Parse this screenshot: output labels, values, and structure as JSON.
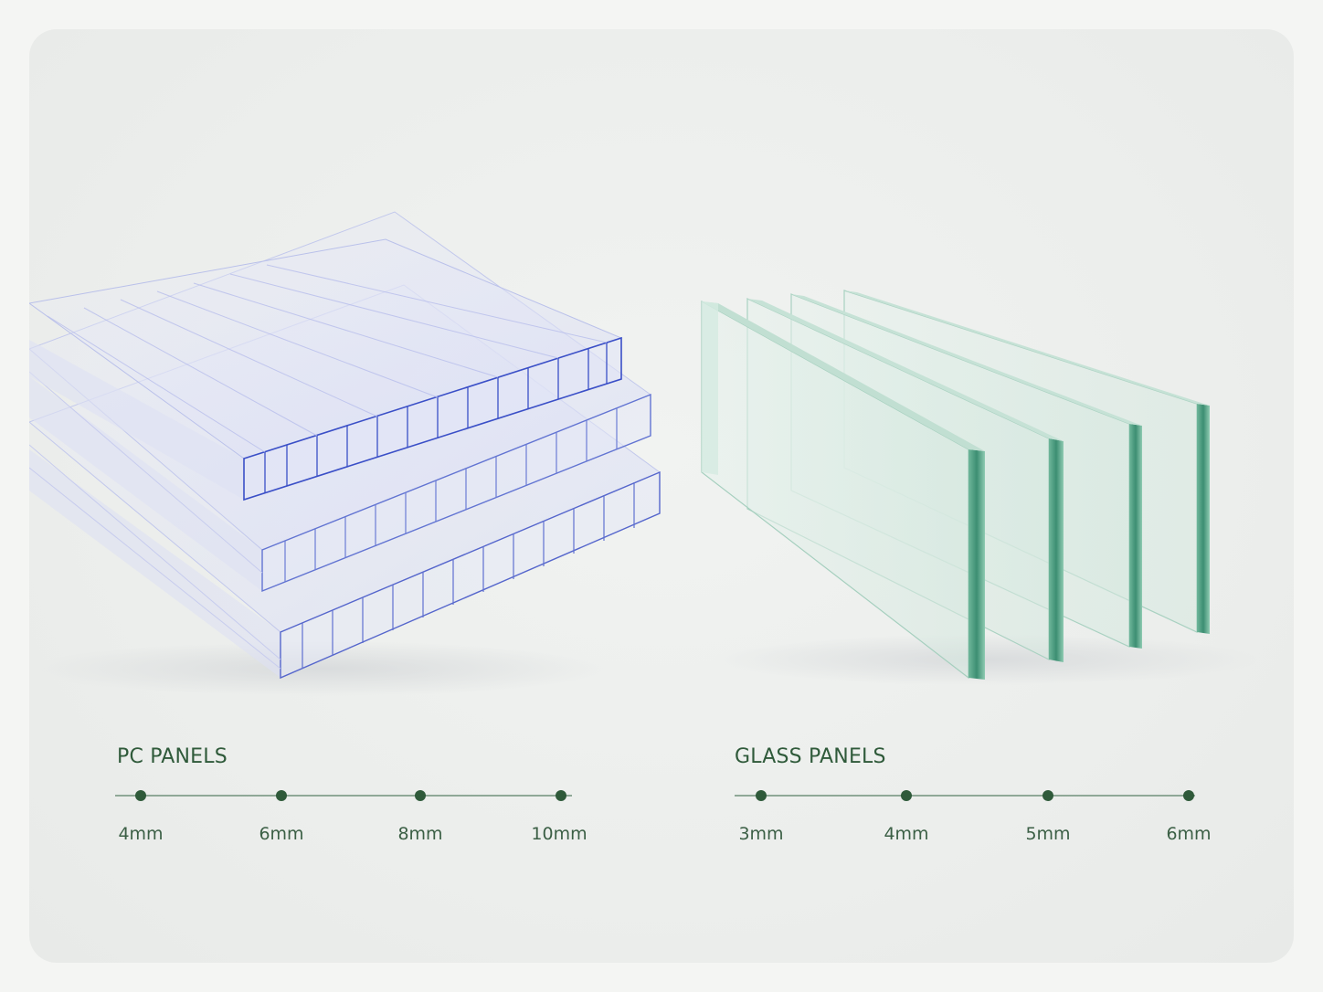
{
  "pc": {
    "title": "PC PANELS",
    "sizes": [
      "4mm",
      "6mm",
      "8mm",
      "10mm"
    ]
  },
  "glass": {
    "title": "GLASS PANELS",
    "sizes": [
      "3mm",
      "4mm",
      "5mm",
      "6mm"
    ]
  },
  "colors": {
    "accent": "#2f5a3a",
    "pc_edge": "#3a4fc7",
    "glass_edge": "#3e8f75"
  }
}
